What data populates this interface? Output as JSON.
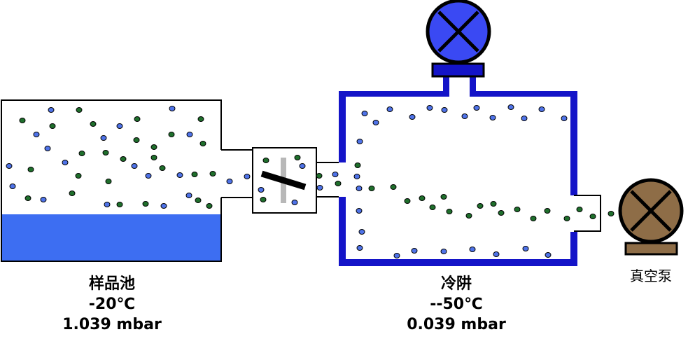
{
  "sample_cell": {
    "name": "样品池",
    "temperature": "-20℃",
    "pressure": "1.039 mbar"
  },
  "cold_trap": {
    "name": "冷阱",
    "temperature": "--50℃",
    "pressure": "0.039 mbar"
  },
  "vacuum_pump": {
    "name": "真空泵"
  },
  "colors": {
    "liquid": "#3d6ef2",
    "trap_wall": "#1414c8",
    "top_pump": "#3a49f3",
    "vacuum_pump": "#8e6d47",
    "blue_particle": "#4f73e8",
    "green_particle": "#1f6f2c",
    "valve_bar": "#b8b8b8"
  },
  "icons": [
    "top-pump-icon",
    "vacuum-pump-icon",
    "valve-icon"
  ]
}
